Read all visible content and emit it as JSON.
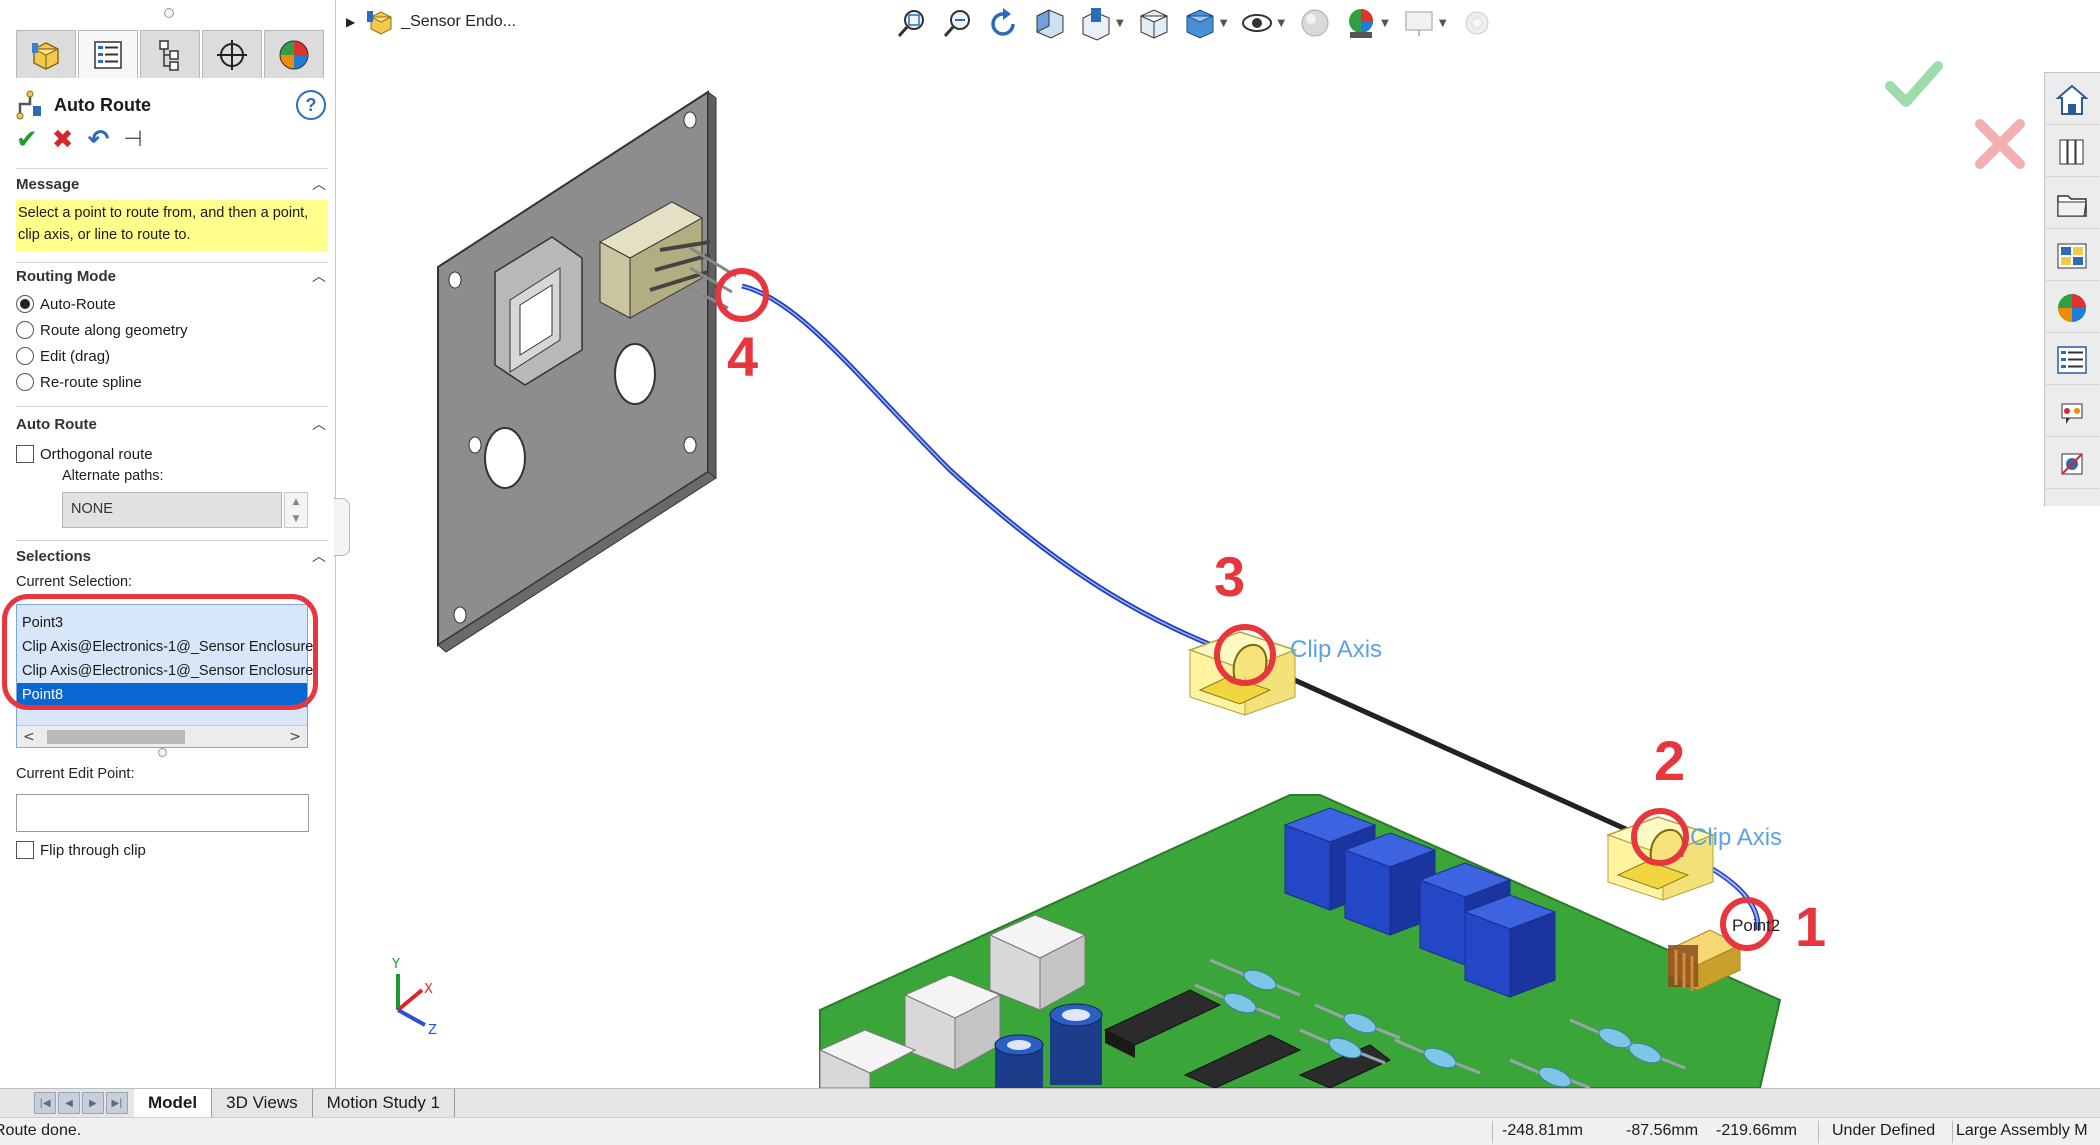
{
  "property_manager": {
    "tabs": [
      "feature-manager",
      "property-manager",
      "configuration-manager",
      "dimxpert-manager",
      "display-manager"
    ],
    "title": "Auto Route",
    "help_label": "?",
    "actions": {
      "ok": "✔",
      "cancel": "✖",
      "undo": "↶",
      "pin": "⊣"
    },
    "message": {
      "heading": "Message",
      "text": "Select a point to route from, and then a point, clip axis, or line to route to."
    },
    "routing_mode": {
      "heading": "Routing Mode",
      "options": [
        {
          "label": "Auto-Route",
          "checked": true
        },
        {
          "label": "Route along geometry",
          "checked": false
        },
        {
          "label": "Edit (drag)",
          "checked": false
        },
        {
          "label": "Re-route spline",
          "checked": false
        }
      ]
    },
    "auto_route": {
      "heading": "Auto Route",
      "orthogonal_label": "Orthogonal route",
      "alternate_paths_label": "Alternate paths:",
      "alternate_paths_value": "NONE"
    },
    "selections": {
      "heading": "Selections",
      "current_selection_label": "Current Selection:",
      "items": [
        {
          "label": "Point3",
          "selected": false
        },
        {
          "label": "Clip Axis@Electronics-1@_Sensor Enclosure",
          "selected": false
        },
        {
          "label": "Clip Axis@Electronics-1@_Sensor Enclosure",
          "selected": false
        },
        {
          "label": "Point8",
          "selected": true
        }
      ],
      "scroll_left": "<",
      "scroll_right": ">",
      "current_edit_point_label": "Current Edit Point:",
      "current_edit_point_value": "",
      "flip_label": "Flip through clip"
    }
  },
  "top_bar": {
    "document_name": "_Sensor Endo...",
    "view_tools": [
      "zoom-to-fit",
      "zoom-to-area",
      "previous-view",
      "section-view",
      "view-orientation",
      "display-style",
      "hide-show-items",
      "edit-appearance",
      "apply-scene",
      "view-settings",
      "realview"
    ]
  },
  "viewport": {
    "callouts": [
      "1",
      "2",
      "3",
      "4"
    ],
    "clip_label_1": "Clip Axis",
    "clip_label_2": "Clip Axis",
    "point_label": "Point2"
  },
  "task_pane": [
    "solidworks-resources",
    "design-library",
    "file-explorer",
    "view-palette",
    "appearances-scenes",
    "custom-properties",
    "solidworks-forum",
    "routing-library"
  ],
  "bottom_tabs": {
    "items": [
      {
        "label": "Model",
        "active": true
      },
      {
        "label": "3D Views",
        "active": false
      },
      {
        "label": "Motion Study 1",
        "active": false
      }
    ]
  },
  "status_bar": {
    "message": "Route done.",
    "x": "-248.81mm",
    "y": "-87.56mm",
    "z": "-219.66mm",
    "state": "Under Defined",
    "mode": "Large Assembly M"
  },
  "colors": {
    "accent_red": "#e8363f",
    "pcb_green": "#3aa63a",
    "selection_blue": "#0a66d1",
    "message_yellow": "#ffff8c",
    "clip_label_blue": "#5ba3e6"
  }
}
